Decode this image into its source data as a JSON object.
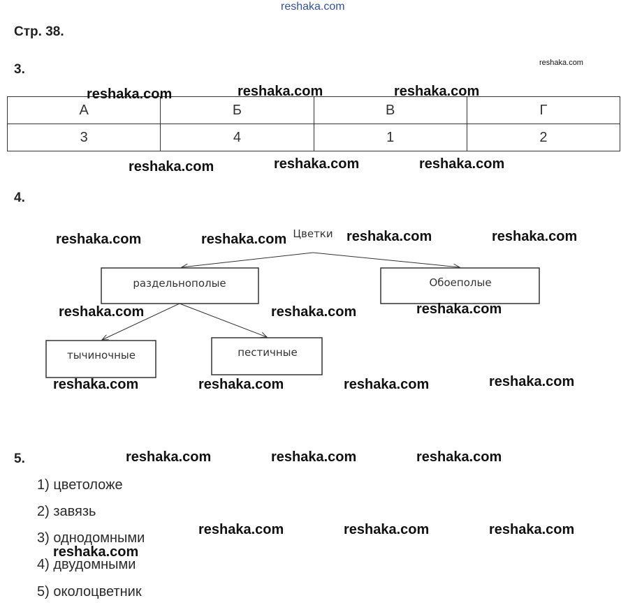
{
  "header": {
    "site": "reshaka.com",
    "page_ref": "Стр. 38."
  },
  "task3": {
    "number": "3.",
    "headers": [
      "А",
      "Б",
      "В",
      "Г"
    ],
    "values": [
      "3",
      "4",
      "1",
      "2"
    ]
  },
  "task4": {
    "number": "4.",
    "root": "Цветки",
    "left": "раздельнополые",
    "right": "Обоеполые",
    "left_child_1": "тычиночные",
    "left_child_2": "пестичные"
  },
  "task5": {
    "number": "5.",
    "answers": [
      "1) цветоложе",
      "2) завязь",
      "3) однодомными",
      "4) двудомными",
      "5) околоцветник"
    ]
  },
  "watermark": {
    "text": "reshaka.com"
  }
}
